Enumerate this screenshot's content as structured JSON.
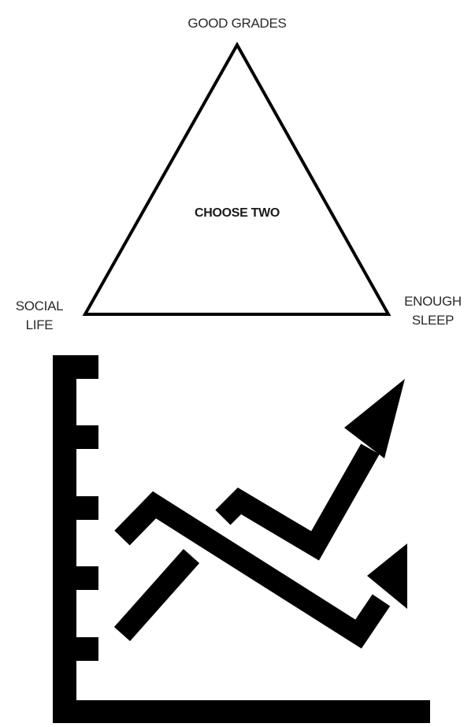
{
  "triangle": {
    "top_label": "GOOD GRADES",
    "center_label": "CHOOSE TWO",
    "left_label": [
      "SOCIAL",
      "LIFE"
    ],
    "right_label": [
      "ENOUGH",
      "SLEEP"
    ]
  },
  "colors": {
    "line": "#000000",
    "text": "#2a2a2a",
    "background": "#ffffff"
  },
  "icons": {
    "growth_chart": "line-chart-up-arrows-icon"
  }
}
